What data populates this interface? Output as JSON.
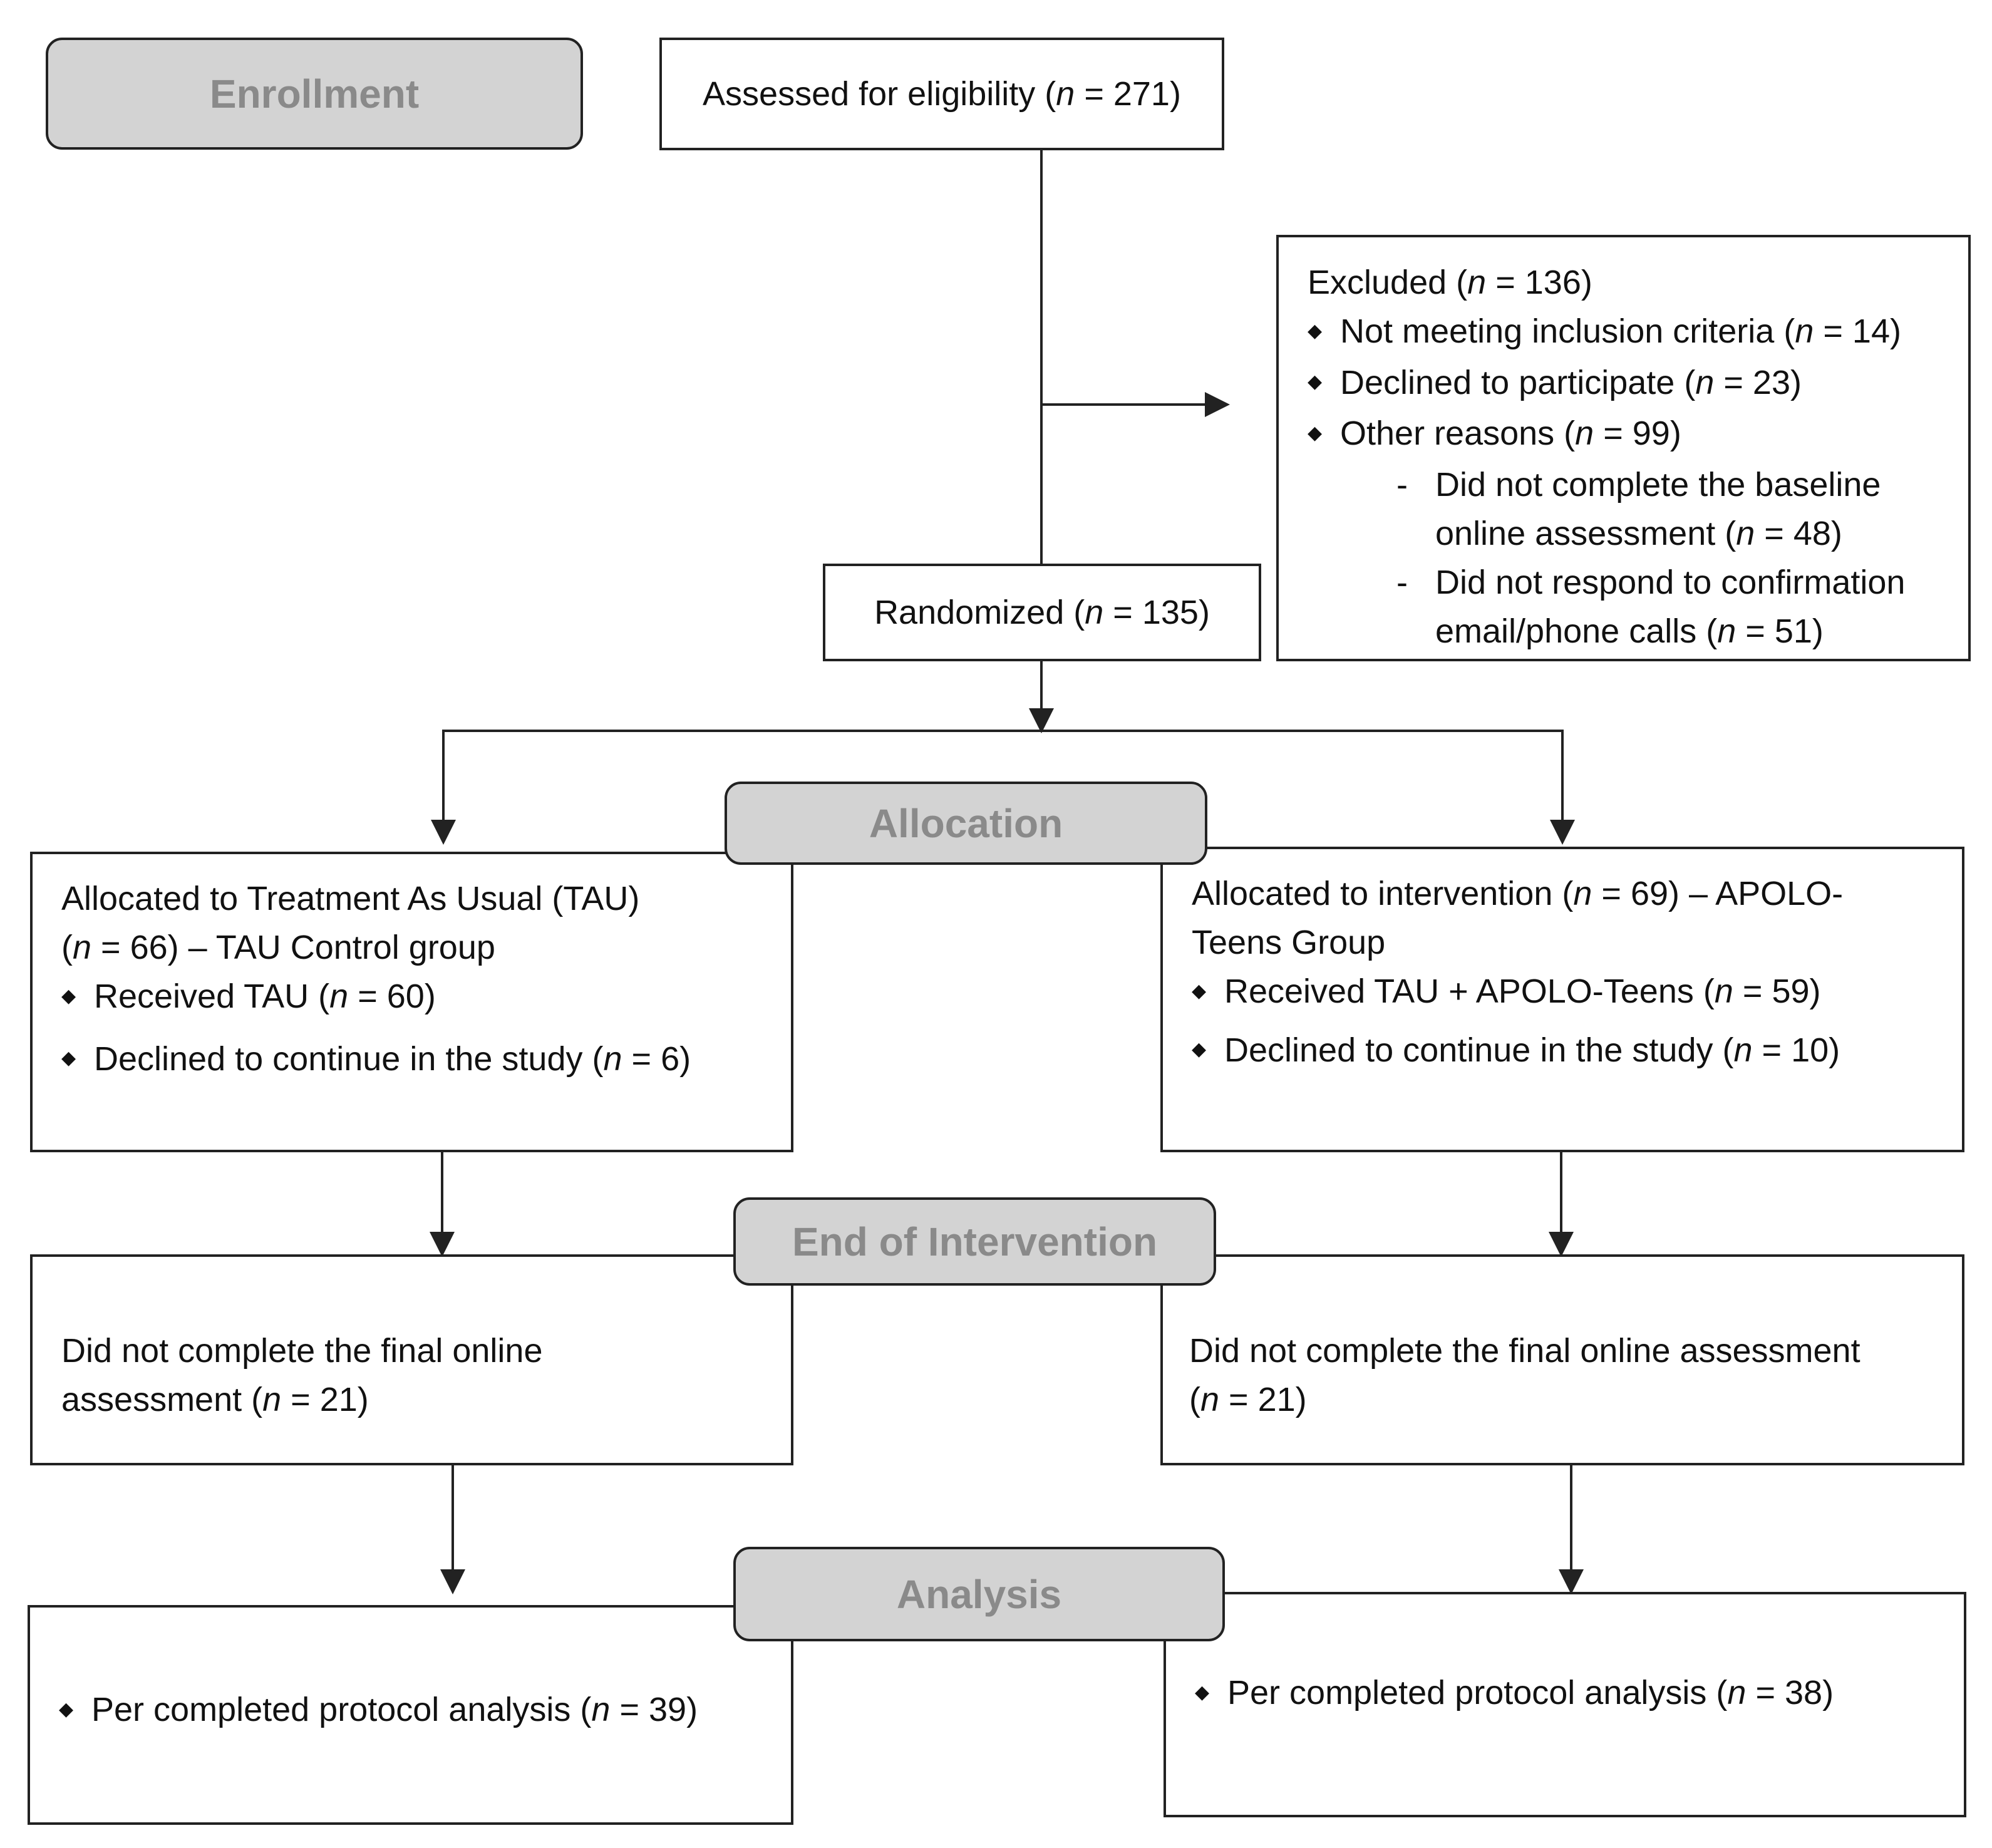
{
  "stages": {
    "enrollment": "Enrollment",
    "allocation": "Allocation",
    "end_of_intervention": "End of Intervention",
    "analysis": "Analysis"
  },
  "assessed": {
    "label": "Assessed for eligibility",
    "n": "271"
  },
  "excluded": {
    "label": "Excluded",
    "n": "136",
    "items": [
      {
        "label": "Not meeting inclusion criteria",
        "n": "14"
      },
      {
        "label": "Declined to participate",
        "n": "23"
      },
      {
        "label": "Other reasons",
        "n": "99"
      }
    ],
    "subitems": [
      {
        "line1": "Did not complete the baseline",
        "line2": "online assessment",
        "n": "48"
      },
      {
        "line1": "Did not respond to confirmation",
        "line2": "email/phone calls",
        "n": "51"
      }
    ]
  },
  "randomized": {
    "label": "Randomized",
    "n": "135"
  },
  "allocation_left": {
    "line1": "Allocated to Treatment As Usual (TAU)",
    "n": "66",
    "line2_rest": "– TAU Control group",
    "items": [
      {
        "label": "Received TAU",
        "n": "60"
      },
      {
        "label": "Declined to continue in the study",
        "n": "6"
      }
    ]
  },
  "allocation_right": {
    "line1_prefix": "Allocated to intervention",
    "n": "69",
    "line1_rest": "– APOLO-",
    "line2": "Teens Group",
    "items": [
      {
        "label": "Received TAU + APOLO-Teens",
        "n": "59"
      },
      {
        "label": "Declined to continue in the study",
        "n": "10"
      }
    ]
  },
  "end_left": {
    "line1": "Did not complete the final online",
    "line2": "assessment",
    "n": "21"
  },
  "end_right": {
    "line1": "Did not complete the final online assessment",
    "n": "21"
  },
  "analysis_left": {
    "label": "Per completed protocol analysis",
    "n": "39"
  },
  "analysis_right": {
    "label": "Per completed protocol analysis",
    "n": "38"
  },
  "n_symbol": "n",
  "bullet_glyph": "◆",
  "dash_glyph": "-",
  "colors": {
    "stage_fill": "#d3d3d3",
    "stage_text": "#8a8a8a",
    "line": "#222222"
  }
}
